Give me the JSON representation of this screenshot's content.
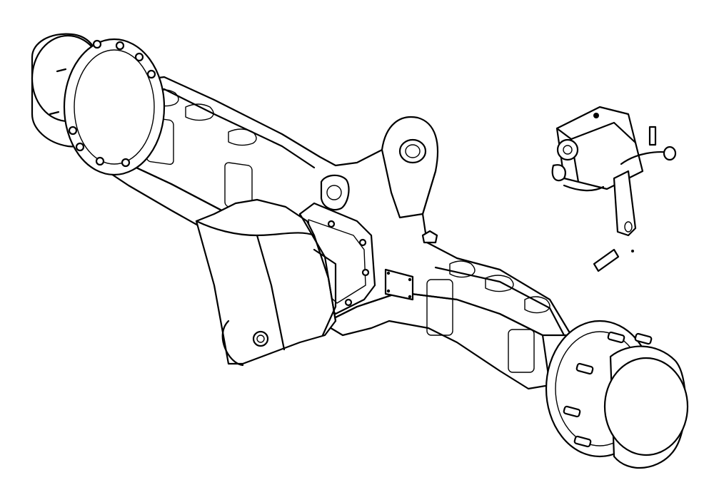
{
  "diagram": {
    "kind": "exploded-parts-line-drawing",
    "colors": {
      "line": "#000000",
      "background": "#ffffff"
    },
    "components": [
      "axle-housing",
      "left-wheel-hub",
      "right-wheel-hub",
      "center-pivot-mount",
      "differential-cover",
      "hydraulic-motor",
      "data-plate",
      "valve-block",
      "bracket",
      "fitting-pin"
    ]
  }
}
